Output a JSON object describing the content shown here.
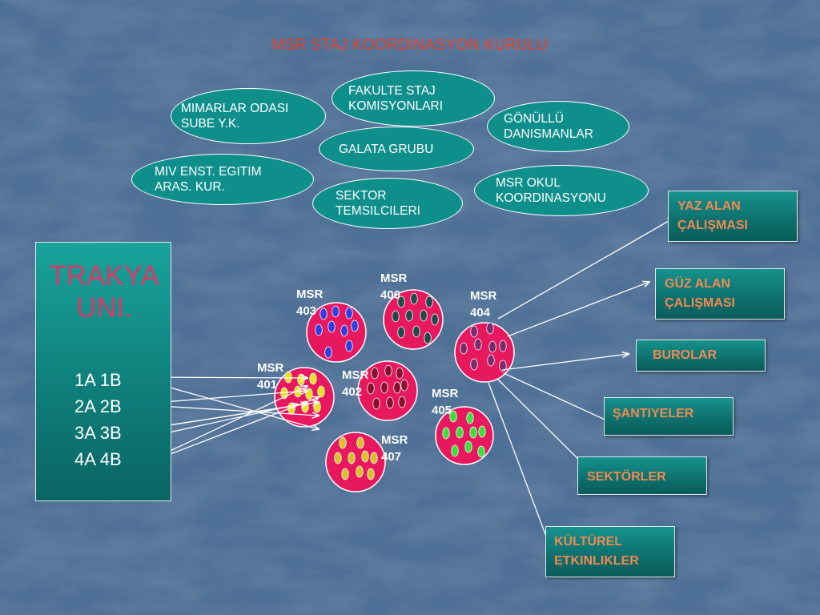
{
  "title": "MSR STAJ KOORDINASYON KURULU",
  "ovals": [
    {
      "id": "mimarlar-odasi",
      "text": "MIMARLAR ODASI\nSUBE Y.K."
    },
    {
      "id": "fakulte-staj",
      "text": "FAKULTE STAJ\nKOMISYONLARI"
    },
    {
      "id": "gonullu",
      "text": "GÖNÜLLÜ\nDANISMANLAR"
    },
    {
      "id": "galata",
      "text": "GALATA GRUBU"
    },
    {
      "id": "miv-enst",
      "text": "MIV ENST. EGITIM\nARAS. KUR."
    },
    {
      "id": "sektor-temsilcileri",
      "text": "SEKTOR\nTEMSILCILERI"
    },
    {
      "id": "msr-okul",
      "text": "MSR OKUL\nKOORDINASYONU"
    }
  ],
  "trakya": {
    "title": "TRAKYA\nUNI.",
    "rows": [
      "1A  1B",
      "2A  2B",
      "3A  3B",
      "4A  4B"
    ]
  },
  "msr_labels": {
    "msr403": "MSR\n403",
    "msr406": "MSR\n406",
    "msr404": "MSR\n404",
    "msr401": "MSR\n401",
    "msr402": "MSR\n402",
    "msr405": "MSR\n405",
    "msr407": "MSR\n407"
  },
  "outcomes": {
    "yaz": "YAZ ALAN\nÇALIŞMASI",
    "guz": "GÜZ ALAN\nÇALIŞMASI",
    "burolar": "BUROLAR",
    "santiyeler": "ŞANTIYELER",
    "sektorler": "SEKTÖRLER",
    "kulturel": "KÜLTÜREL\nETKINLIKLER"
  },
  "colors": {
    "background": "#4f7096",
    "teal": "#0f8f8c",
    "circle_fill": "#e8185e",
    "title_red": "#e8402a",
    "trakya_pink": "#d83a66",
    "box_text_orange": "#f08a52",
    "dots_403": "#2f3fe0",
    "dots_406": "#1f4a4a",
    "dots_404": "#7a2a6e",
    "dots_401": "#e8e020",
    "dots_402": "#8a1030",
    "dots_405": "#39e039",
    "dots_407": "#d9c02a"
  }
}
